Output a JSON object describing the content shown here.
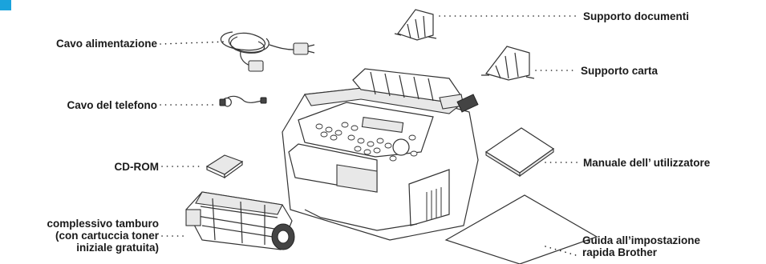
{
  "accent_color": "#1aa3dc",
  "labels": {
    "power_cord": "Cavo alimentazione",
    "phone_cord": "Cavo del telefono",
    "cd_rom": "CD-ROM",
    "drum_unit": [
      "complessivo tamburo",
      "(con cartuccia toner",
      "iniziale gratuita)"
    ],
    "document_support": "Supporto documenti",
    "paper_support": "Supporto carta",
    "user_manual": "Manuale dell’ utilizzatore",
    "quick_setup_guide": [
      "Guida all’impostazione",
      "rapida Brother"
    ]
  }
}
